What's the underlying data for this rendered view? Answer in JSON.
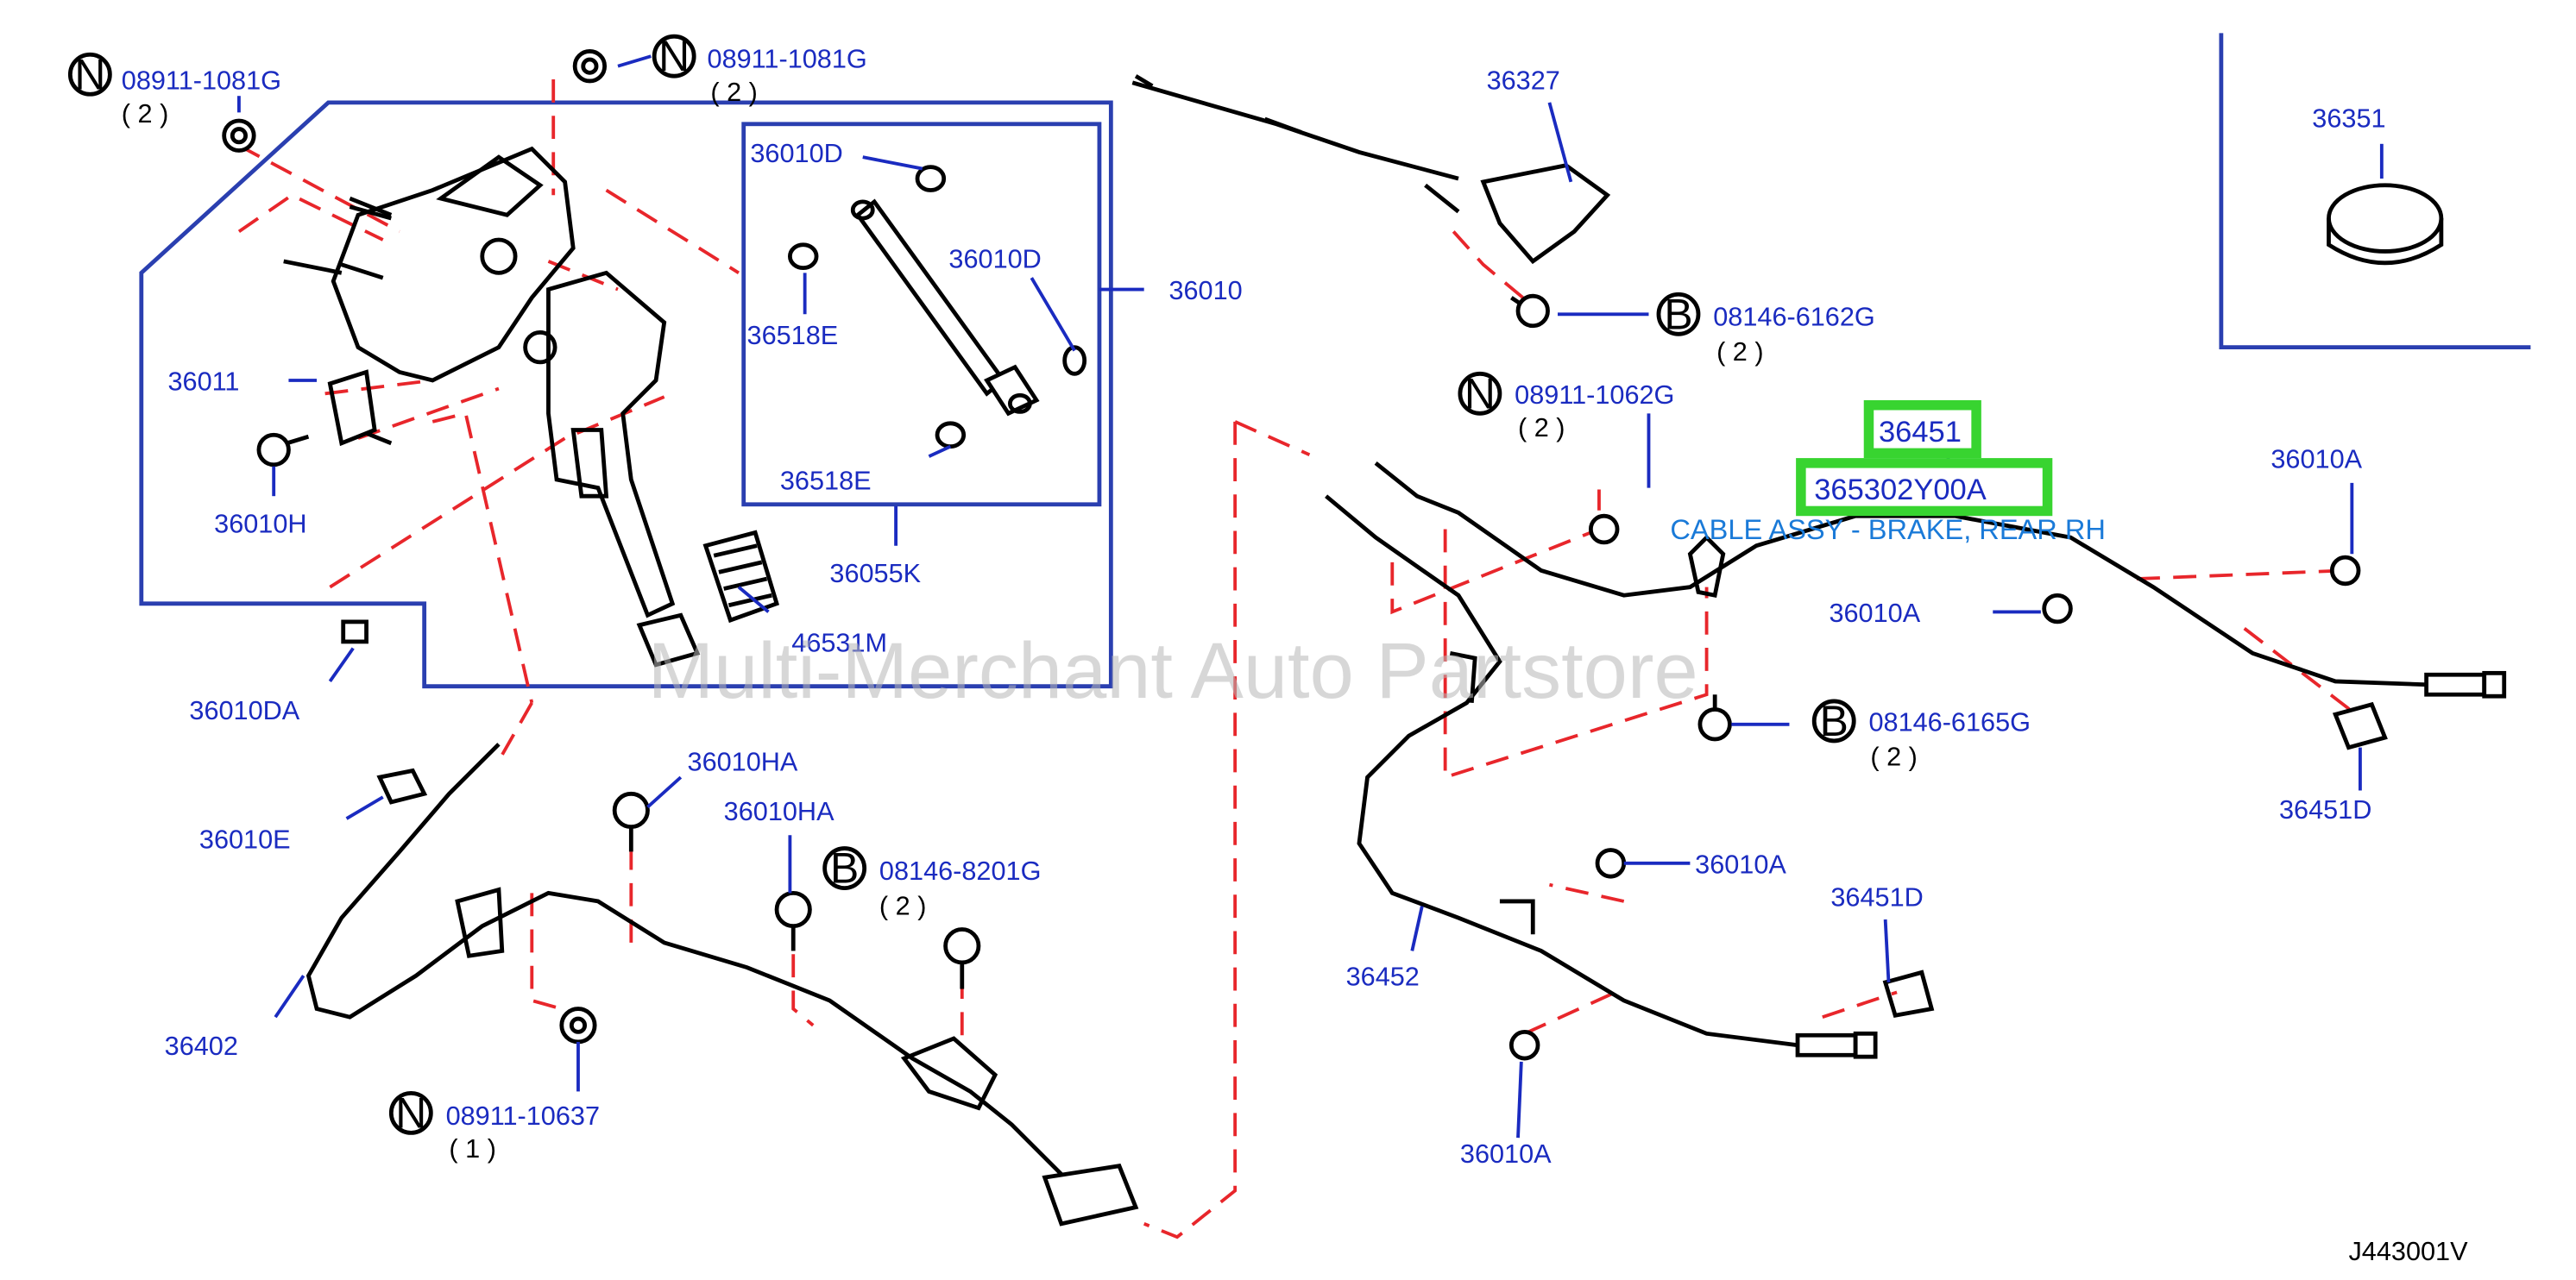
{
  "watermark": "Multi-Merchant Auto Partstore",
  "diagram_id": "J443001V",
  "highlight": {
    "part_number": "36451",
    "oem_number": "365302Y00A",
    "description": "CABLE ASSY - BRAKE, REAR RH",
    "color": "#38d430"
  },
  "callouts": {
    "n_08911_1081G_left": "08911-1081G",
    "n_08911_1081G_left_qty": "( 2 )",
    "n_08911_1081G_top": "08911-1081G",
    "n_08911_1081G_top_qty": "( 2 )",
    "p36010D_a": "36010D",
    "p36010D_b": "36010D",
    "p36518E_a": "36518E",
    "p36518E_b": "36518E",
    "p36010": "36010",
    "p36011": "36011",
    "p36010H": "36010H",
    "p36055K": "36055K",
    "p46531M": "46531M",
    "p36010DA": "36010DA",
    "p36327": "36327",
    "b_08146_6162G": "08146-6162G",
    "b_08146_6162G_qty": "( 2 )",
    "p36351": "36351",
    "n_08911_1062G": "08911-1062G",
    "n_08911_1062G_qty": "( 2 )",
    "p36010A_r": "36010A",
    "p36010A_m": "36010A",
    "p36010A_c": "36010A",
    "p36010A_b": "36010A",
    "b_08146_6165G": "08146-6165G",
    "b_08146_6165G_qty": "( 2 )",
    "p36451D_r": "36451D",
    "p36451D_c": "36451D",
    "p36452": "36452",
    "p36010E": "36010E",
    "p36010HA_a": "36010HA",
    "p36010HA_b": "36010HA",
    "b_08146_8201G": "08146-8201G",
    "b_08146_8201G_qty": "( 2 )",
    "p36402": "36402",
    "n_08911_10637": "08911-10637",
    "n_08911_10637_qty": "( 1 )"
  },
  "circle_letters": {
    "N": "N",
    "B": "B"
  },
  "colors": {
    "callout_blue": "#1a2bc0",
    "description_blue": "#1a7ad8",
    "dashed_red": "#e8262b",
    "frame_blue": "#2a3fb0"
  }
}
